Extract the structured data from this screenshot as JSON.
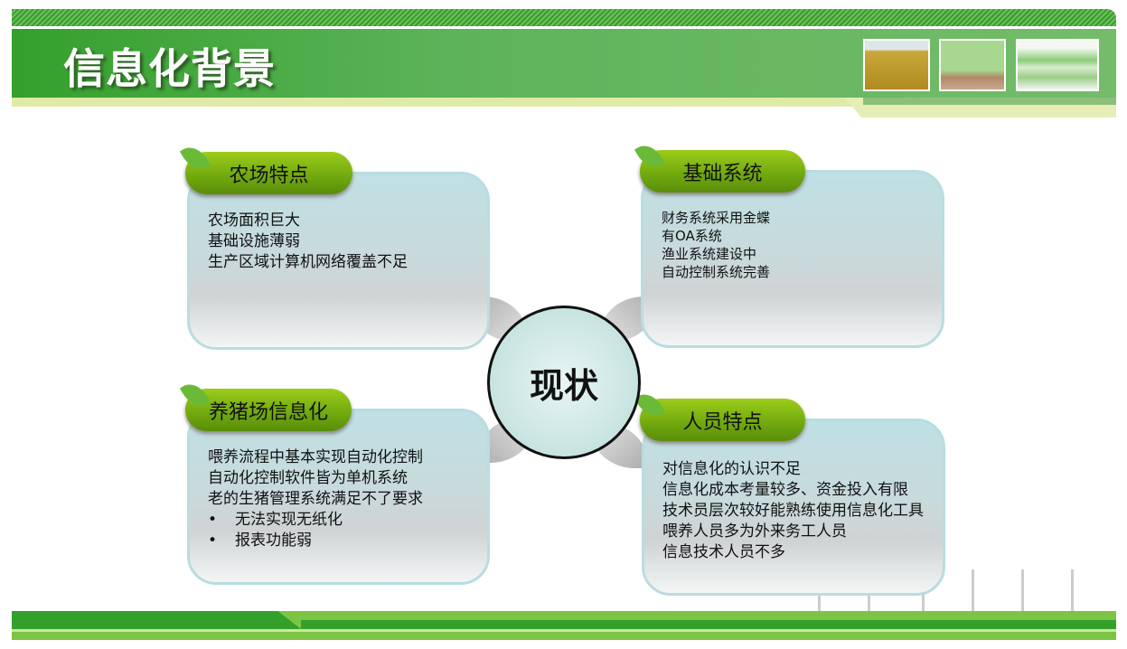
{
  "title": "信息化背景",
  "center_label": "现状",
  "cards": [
    {
      "heading": "农场特点",
      "lines": [
        "农场面积巨大",
        "基础设施薄弱",
        "生产区域计算机网络覆盖不足"
      ],
      "bullets": []
    },
    {
      "heading": "基础系统",
      "lines": [
        "财务系统采用金蝶",
        "有OA系统",
        "渔业系统建设中",
        "自动控制系统完善"
      ],
      "bullets": []
    },
    {
      "heading": "养猪场信息化",
      "lines": [
        "喂养流程中基本实现自动化控制",
        "自动化控制软件皆为单机系统",
        "老的生猪管理系统满足不了要求"
      ],
      "bullets": [
        "无法实现无纸化",
        "报表功能弱"
      ]
    },
    {
      "heading": "人员特点",
      "lines": [
        "对信息化的认识不足",
        "信息化成本考量较多、资金投入有限",
        "技术员层次较好能熟练使用信息化工具",
        "喂养人员多为外来务工人员",
        "信息技术人员不多"
      ],
      "bullets": []
    }
  ]
}
